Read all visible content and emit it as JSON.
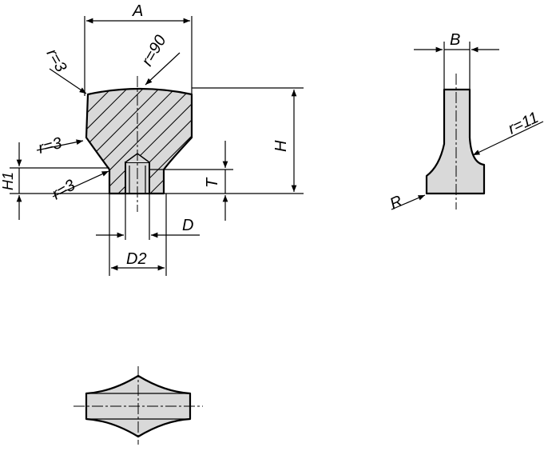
{
  "drawing": {
    "labels": {
      "A": "A",
      "B": "B",
      "H": "H",
      "H1": "H1",
      "T": "T",
      "D": "D",
      "D2": "D2",
      "R": "R",
      "r90": "r=90",
      "r3_top": "r=3",
      "r3_mid": "r=3",
      "r3_low": "r=3",
      "r11": "r=11"
    },
    "colors": {
      "fill": "#d9d9d9",
      "line": "#000000",
      "background": "#ffffff"
    }
  }
}
